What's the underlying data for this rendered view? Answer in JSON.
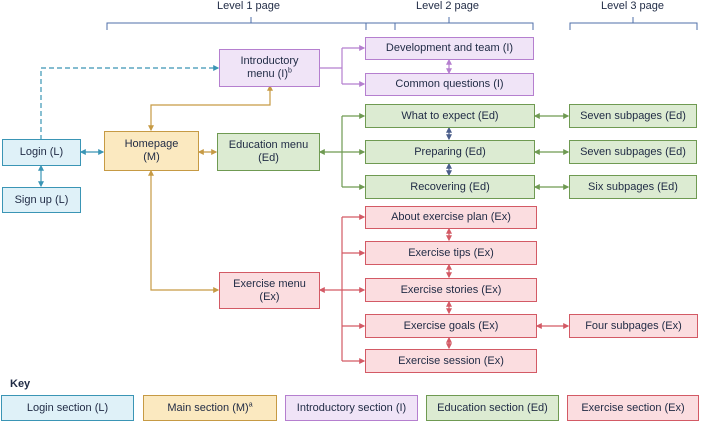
{
  "levels": {
    "l1": "Level 1 page",
    "l2": "Level 2 page",
    "l3": "Level 3 page"
  },
  "nodes": {
    "login": "Login (L)",
    "signup": "Sign up (L)",
    "homepage_l1": "Homepage",
    "homepage_l2": "(M)",
    "intro_l1": "Introductory",
    "intro_l2": "menu (I)",
    "intro_sup": "b",
    "edu_l1": "Education menu",
    "edu_l2": "(Ed)",
    "ex_l1": "Exercise menu",
    "ex_l2": "(Ex)",
    "dev_team": "Development and team (I)",
    "common_q": "Common questions (I)",
    "what_expect": "What to expect (Ed)",
    "preparing": "Preparing (Ed)",
    "recovering": "Recovering (Ed)",
    "about_plan": "About exercise plan (Ex)",
    "tips": "Exercise tips (Ex)",
    "stories": "Exercise stories (Ex)",
    "goals": "Exercise goals (Ex)",
    "session": "Exercise session (Ex)",
    "seven_a": "Seven subpages (Ed)",
    "seven_b": "Seven subpages (Ed)",
    "six": "Six subpages (Ed)",
    "four": "Four subpages (Ex)"
  },
  "key": {
    "title": "Key",
    "login": "Login section (L)",
    "main": "Main section (M)",
    "main_sup": "a",
    "intro": "Introductory section (I)",
    "edu": "Education section (Ed)",
    "ex": "Exercise section (Ex)"
  },
  "colors": {
    "login": "#3a95b5",
    "main": "#c69a44",
    "intro": "#b57fcf",
    "edu": "#6f9a52",
    "ex": "#d35a65",
    "bracket": "#4f6fa8",
    "edu_link": "#4a5d8a"
  }
}
